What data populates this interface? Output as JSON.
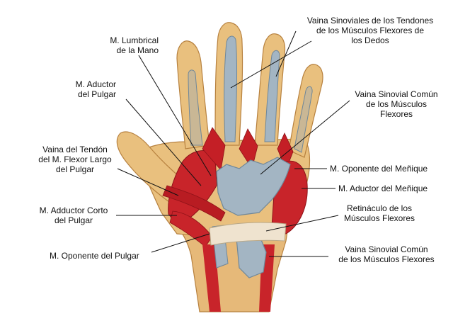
{
  "labels": {
    "lumbrical": [
      "M. Lumbrical",
      "de la Mano"
    ],
    "adductor_pollicis": [
      "M. Aductor",
      "del Pulgar"
    ],
    "flexor_pollicis_longus_sheath": [
      "Vaina del Tendón",
      "del M. Flexor Largo",
      "del Pulgar"
    ],
    "abductor_pollicis_brevis": [
      "M. Adductor Corto",
      "del Pulgar"
    ],
    "opponens_pollicis": [
      "M. Oponente del Pulgar"
    ],
    "digital_synovial_sheaths": [
      "Vaina Sinoviales de los Tendones",
      "de los Músculos Flexores de",
      "los Dedos"
    ],
    "common_synovial_sheath_upper": [
      "Vaina Sinovial Común",
      "de los Músculos",
      "Flexores"
    ],
    "opponens_digiti_minimi": [
      "M. Oponente del Meñique"
    ],
    "abductor_digiti_minimi": [
      "M. Aductor del Meñique"
    ],
    "flexor_retinaculum": [
      "Retináculo de los",
      "Músculos Flexores"
    ],
    "common_synovial_sheath_lower": [
      "Vaina Sinovial Común",
      "de los Músculos Flexores"
    ]
  },
  "colors": {
    "skin": "#e9c07e",
    "skin_dark": "#c98f4a",
    "muscle": "#c8242a",
    "muscle_dark": "#8e1218",
    "sheath": "#9fb3c2",
    "sheath_dark": "#6f8799",
    "tendon": "#efe3cf",
    "leader_line": "#111111"
  }
}
